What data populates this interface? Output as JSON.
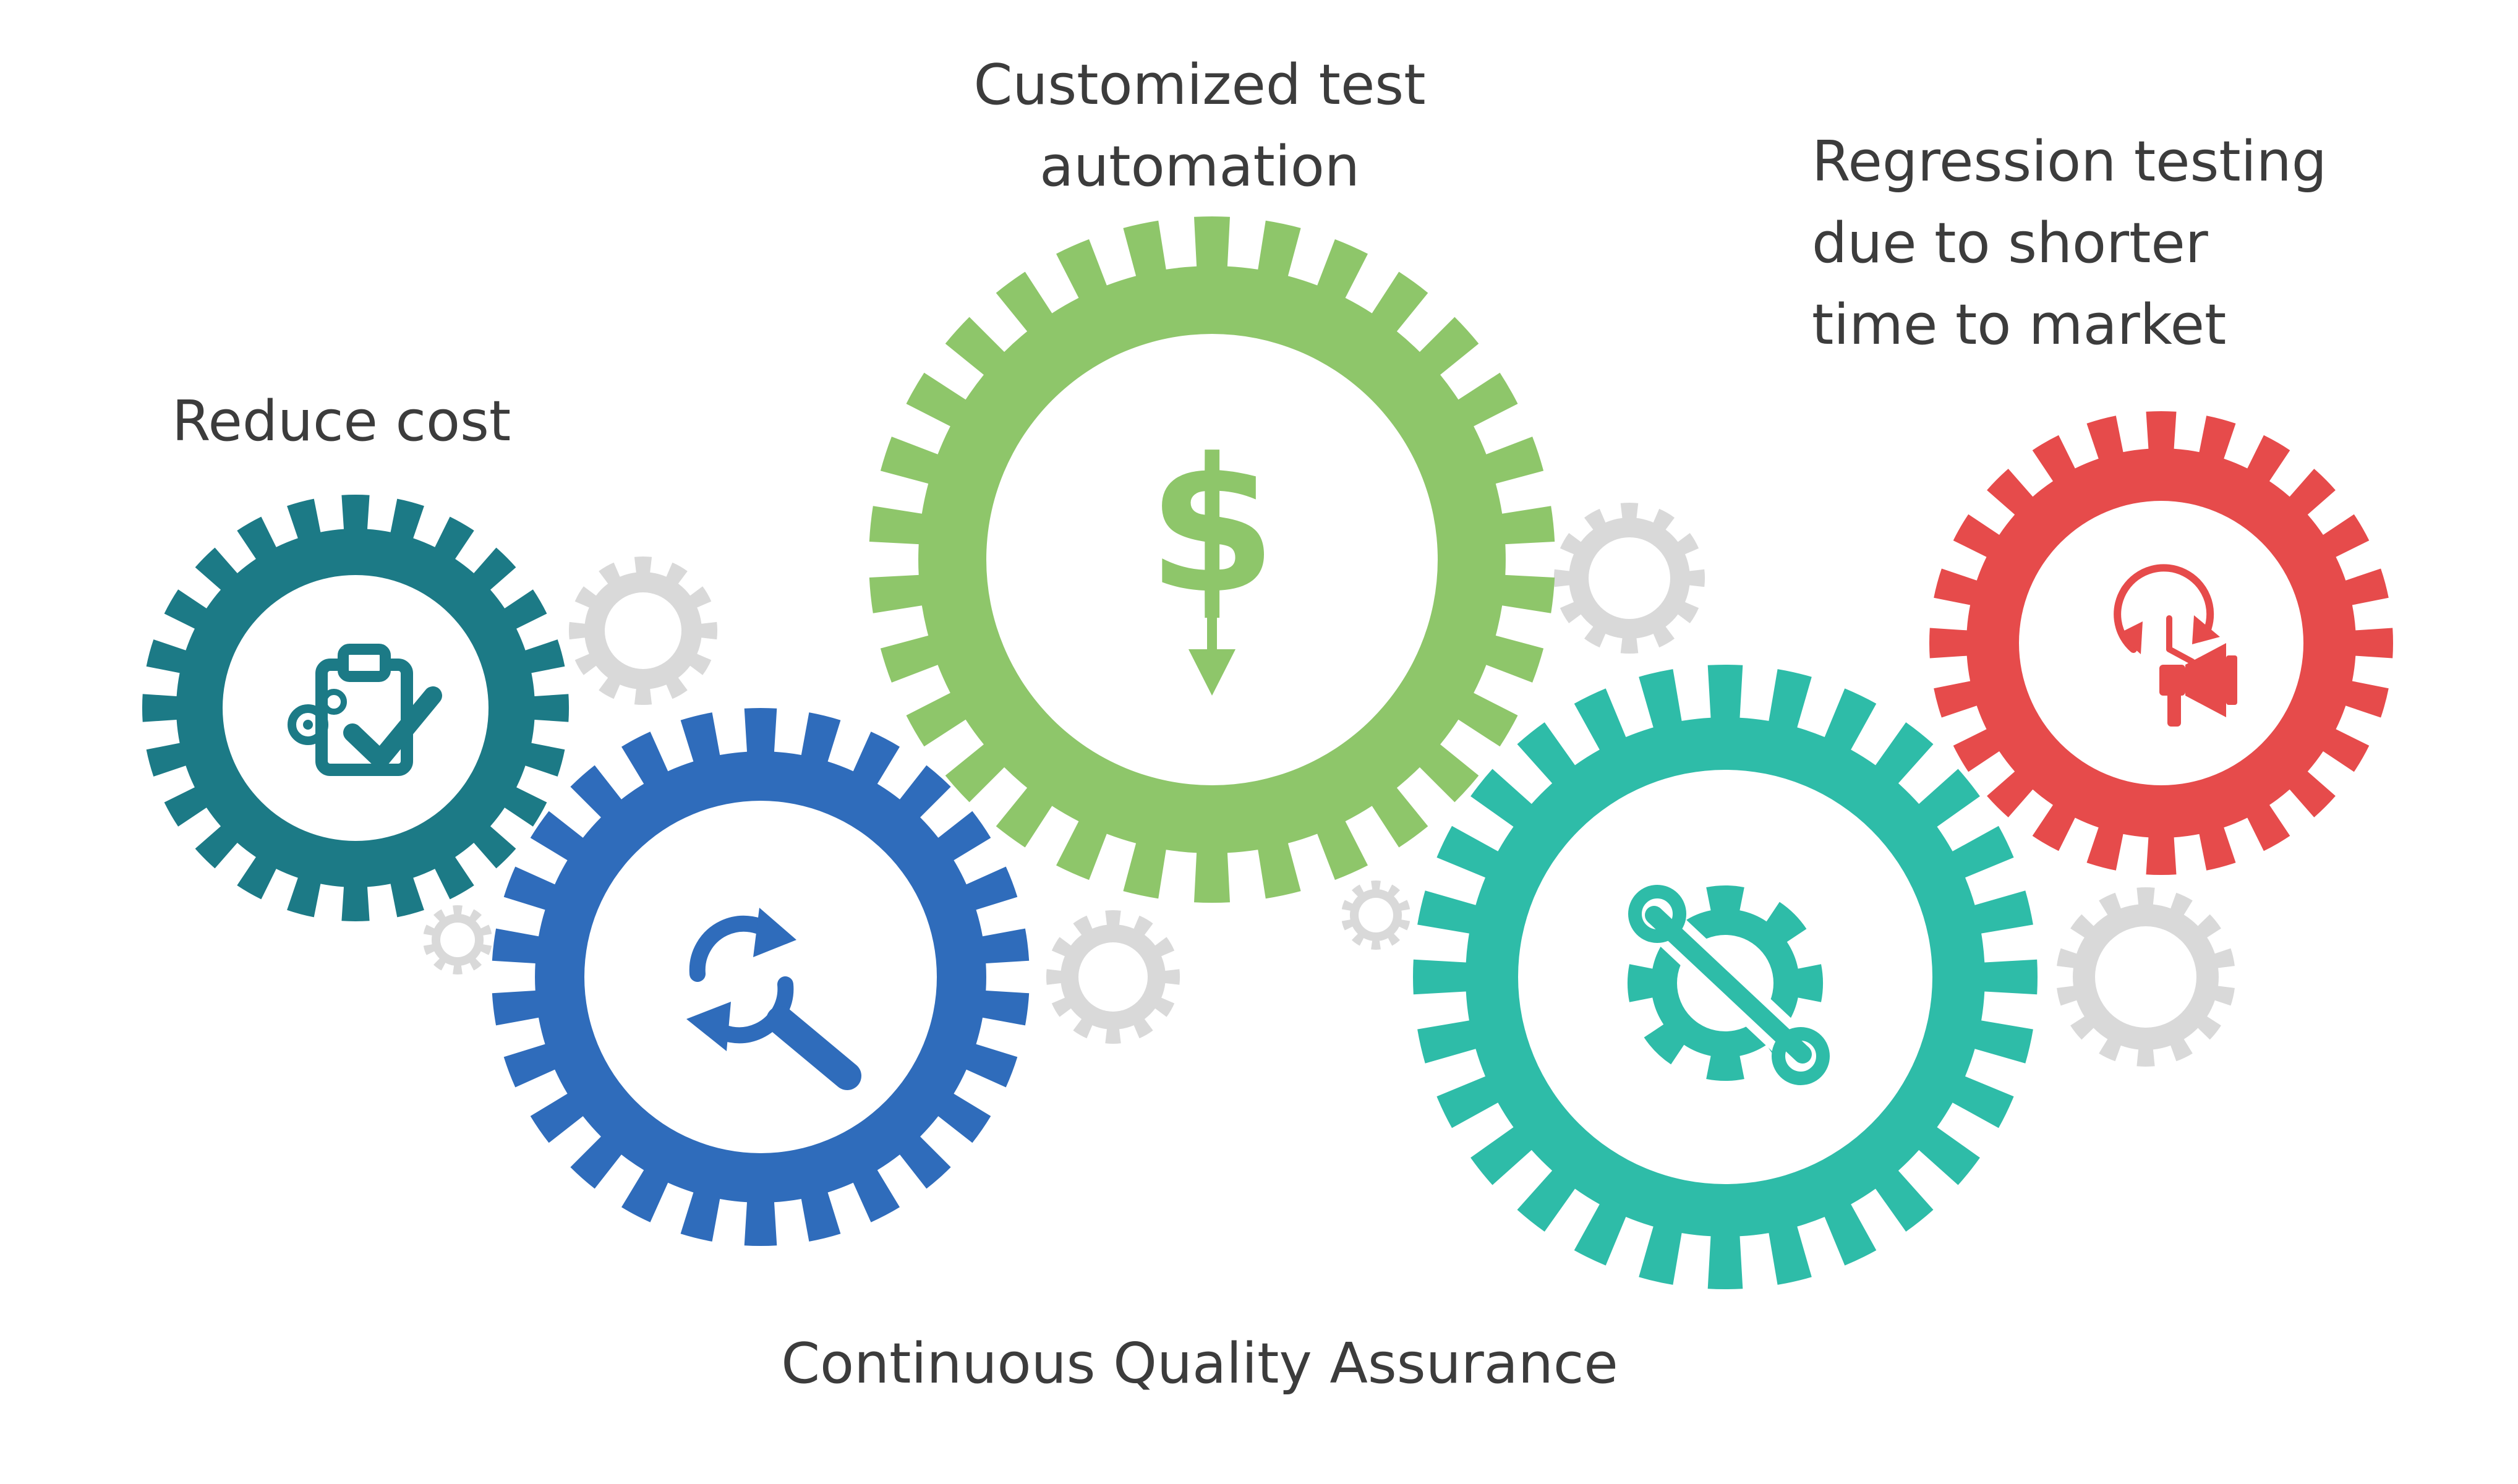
{
  "labels": {
    "reduce_cost": "Reduce cost",
    "customized_line1": "Customized test",
    "customized_line2": "automation",
    "regression_line1": "Regression testing",
    "regression_line2": "due to shorter",
    "regression_line3": "time to market",
    "continuous_qa": "Continuous Quality Assurance"
  },
  "colors": {
    "reduce_cost_gear": "#1c7a86",
    "search_gear": "#2f6cbb",
    "dollar_gear": "#8ec66a",
    "settings_gear": "#2ebca8",
    "regression_gear": "#e64b4b",
    "small_gear": "#d9d9d9",
    "text": "#3c3c3c"
  },
  "icons": {
    "reduce_cost_gear": "clipboard-check-icon",
    "search_gear": "refresh-search-icon",
    "dollar_gear": "dollar-down-icon",
    "settings_gear": "wrench-gear-icon",
    "regression_gear": "clock-megaphone-icon"
  }
}
